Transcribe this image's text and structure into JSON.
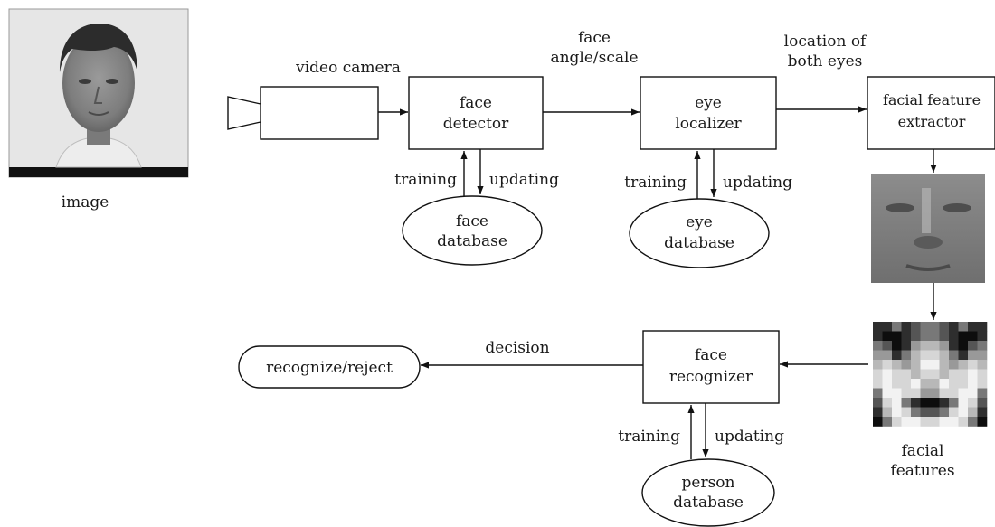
{
  "labels": {
    "image": "image",
    "video_camera": "video camera",
    "face_angle_line1": "face",
    "face_angle_line2": "angle/scale",
    "location_line1": "location of",
    "location_line2": "both eyes",
    "facial_features_line1": "facial",
    "facial_features_line2": "features",
    "decision": "decision"
  },
  "boxes": {
    "face_detector_line1": "face",
    "face_detector_line2": "detector",
    "eye_localizer_line1": "eye",
    "eye_localizer_line2": "localizer",
    "feature_extractor_line1": "facial feature",
    "feature_extractor_line2": "extractor",
    "face_recognizer_line1": "face",
    "face_recognizer_line2": "recognizer"
  },
  "databases": {
    "face_db_line1": "face",
    "face_db_line2": "database",
    "eye_db_line1": "eye",
    "eye_db_line2": "database",
    "person_db_line1": "person",
    "person_db_line2": "database"
  },
  "terminal": {
    "recognize_reject": "recognize/reject"
  },
  "links": {
    "training": "training",
    "updating": "updating"
  }
}
